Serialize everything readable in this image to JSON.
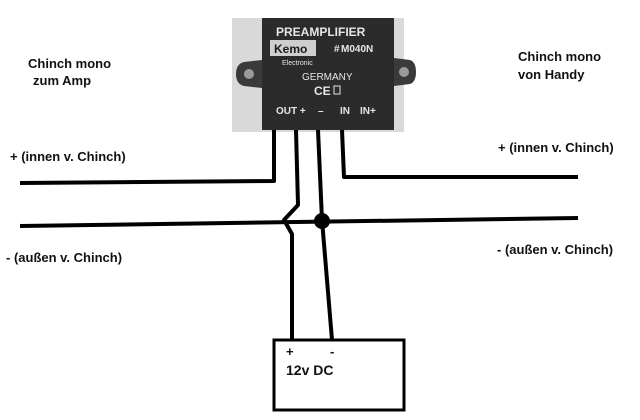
{
  "module": {
    "title": "PREAMPLIFIER",
    "brand": "Kemo",
    "model": "M040N",
    "brand_sub": "Electronic",
    "ce_mark": "CE",
    "country": "GERMANY",
    "pins": [
      "OUT +",
      "–",
      "IN",
      "IN+"
    ]
  },
  "left": {
    "heading_line1": "Chinch mono",
    "heading_line2": "zum Amp",
    "plus_label": "+ (innen v. Chinch)",
    "minus_label": "- (außen v. Chinch)"
  },
  "right": {
    "heading_line1": "Chinch mono",
    "heading_line2": "von Handy",
    "plus_label": "+ (innen v. Chinch)",
    "minus_label": "- (außen v. Chinch)"
  },
  "power": {
    "plus": "+",
    "minus": "-",
    "label": "12v DC"
  },
  "colors": {
    "wire": "#000000",
    "module_body": "#2b2b2b",
    "module_photo_bg": "#d9d9d9",
    "module_text": "#e6e6e6"
  }
}
